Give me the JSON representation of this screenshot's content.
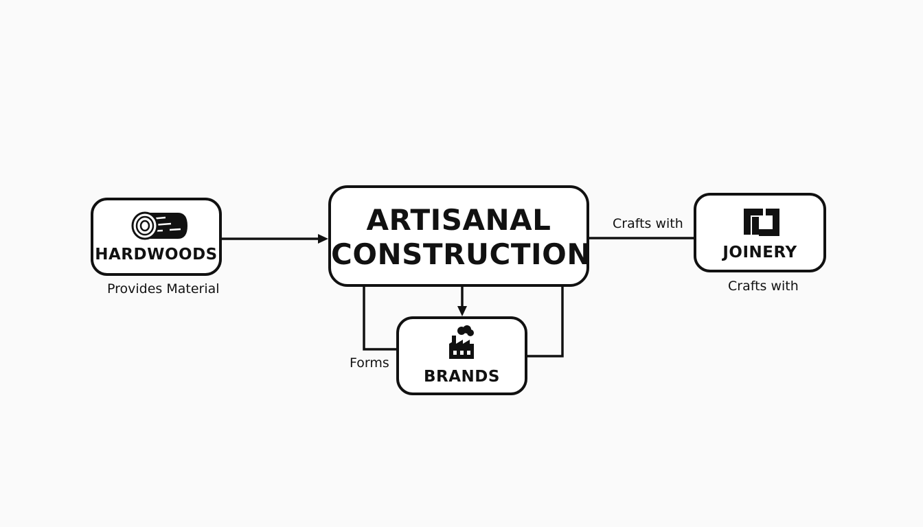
{
  "nodes": {
    "hardwoods": {
      "label": "HARDWOODS",
      "icon": "log-icon"
    },
    "artisanal": {
      "label_line1": "ARTISANAL",
      "label_line2": "CONSTRUCTION"
    },
    "joinery": {
      "label": "JOINERY",
      "icon": "joinery-icon"
    },
    "brands": {
      "label": "BRANDS",
      "icon": "factory-icon"
    }
  },
  "edge_labels": {
    "provides_material": "Provides Material",
    "crafts_with_top": "Crafts with",
    "crafts_with_bottom": "Crafts with",
    "forms": "Forms"
  },
  "colors": {
    "stroke": "#111111",
    "background": "#fafafa",
    "node_fill": "#ffffff"
  }
}
